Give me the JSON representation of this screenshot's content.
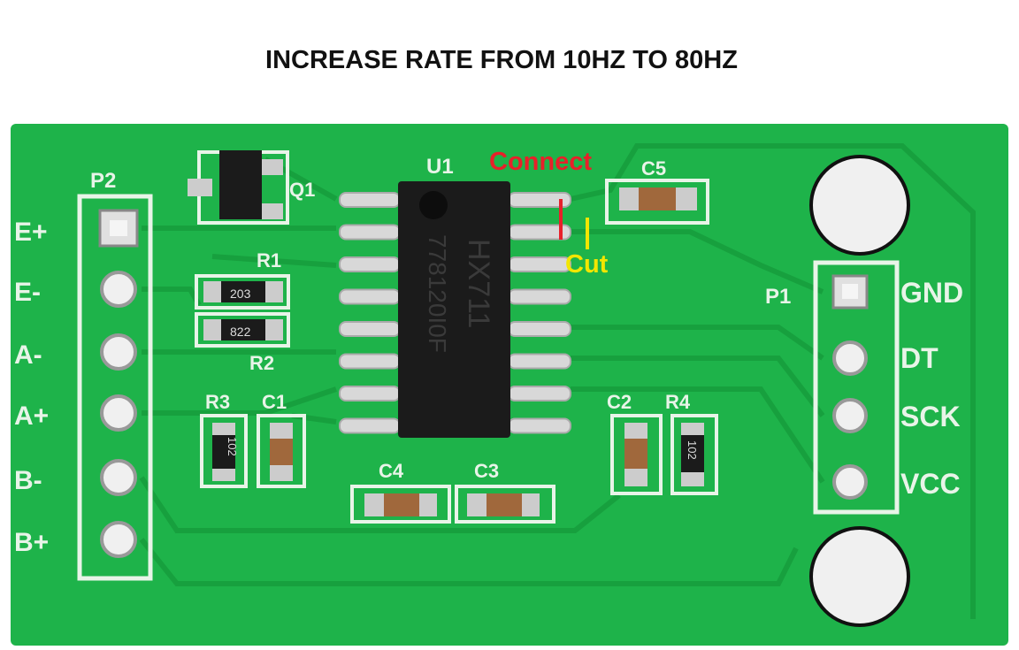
{
  "title": "INCREASE RATE FROM 10HZ TO 80HZ",
  "colors": {
    "board": "#1eb34a",
    "trace": "#18a040",
    "silkscreen": "#e8f4e8",
    "connect": "#e8202a",
    "cut": "#f2e600"
  },
  "annotations": {
    "connect": "Connect",
    "cut": "Cut"
  },
  "board": {
    "chip": {
      "ref": "U1",
      "marking_1": "HX711",
      "marking_2": "778120I0F"
    },
    "header_p2": {
      "ref": "P2",
      "pins": [
        "E+",
        "E-",
        "A-",
        "A+",
        "B-",
        "B+"
      ]
    },
    "header_p1": {
      "ref": "P1",
      "pins": [
        "GND",
        "DT",
        "SCK",
        "VCC"
      ]
    },
    "components": {
      "q1": "Q1",
      "r1": "R1",
      "r1_value": "203",
      "r2": "R2",
      "r2_value": "822",
      "r3": "R3",
      "r3_value": "102",
      "c1a": "C1",
      "c4": "C4",
      "c3": "C3",
      "c2": "C2",
      "r4": "R4",
      "r4_value": "102",
      "c5": "C5"
    }
  }
}
